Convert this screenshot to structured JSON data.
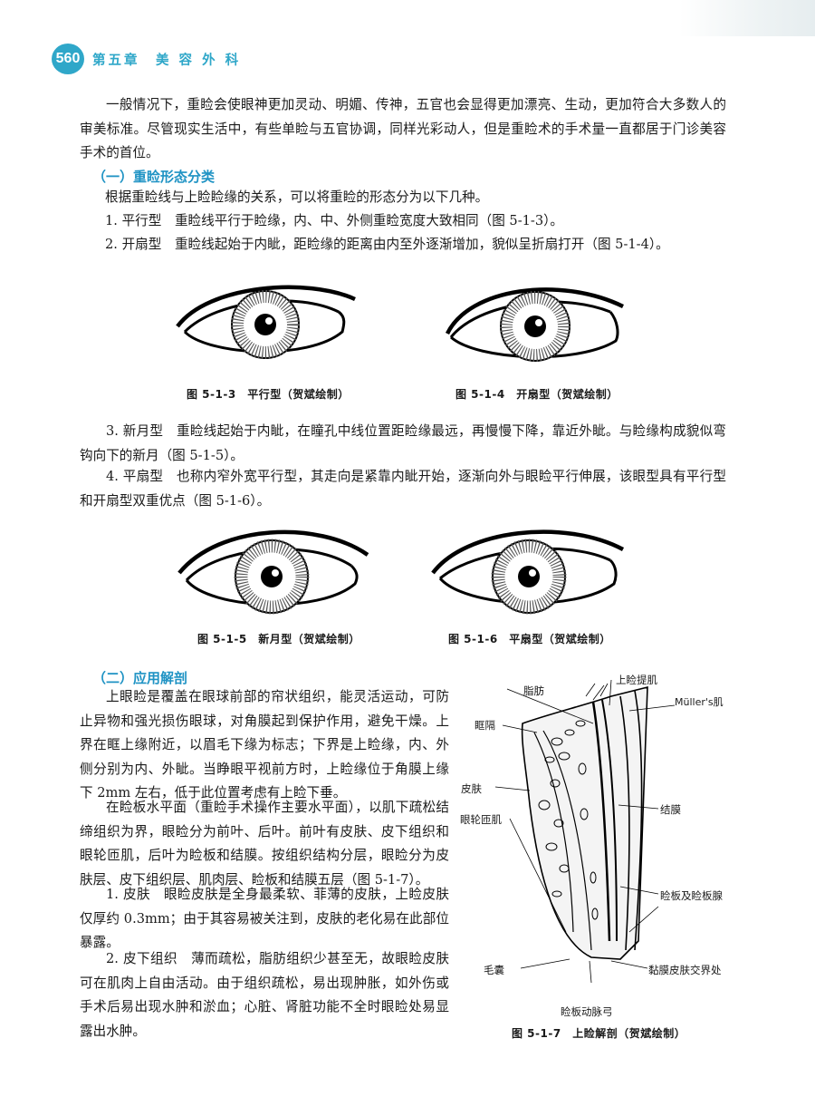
{
  "header": {
    "page_number": "560",
    "chapter_title": "第五章　美 容 外 科"
  },
  "intro": {
    "paragraph": "一般情况下，重睑会使眼神更加灵动、明媚、传神，五官也会显得更加漂亮、生动，更加符合大多数人的审美标准。尽管现实生活中，有些单睑与五官协调，同样光彩动人，但是重睑术的手术量一直都居于门诊美容手术的首位。"
  },
  "section1": {
    "heading": "（一）重睑形态分类",
    "lead": "根据重睑线与上睑睑缘的关系，可以将重睑的形态分为以下几种。",
    "item1": "1. 平行型　重睑线平行于睑缘，内、中、外侧重睑宽度大致相同（图 5-1-3）。",
    "item2": "2. 开扇型　重睑线起始于内眦，距睑缘的距离由内至外逐渐增加，貌似呈折扇打开（图 5-1-4）。",
    "item3": "3. 新月型　重睑线起始于内眦，在瞳孔中线位置距睑缘最远，再慢慢下降，靠近外眦。与睑缘构成貌似弯钩向下的新月（图 5-1-5）。",
    "item4": "4. 平扇型　也称内窄外宽平行型，其走向是紧靠内眦开始，逐渐向外与眼睑平行伸展，该眼型具有平行型和开扇型双重优点（图 5-1-6）。"
  },
  "figures": {
    "fig3_caption": "图 5-1-3　平行型（贺斌绘制）",
    "fig4_caption": "图 5-1-4　开扇型（贺斌绘制）",
    "fig5_caption": "图 5-1-5　新月型（贺斌绘制）",
    "fig6_caption": "图 5-1-6　平扇型（贺斌绘制）",
    "fig7_caption": "图 5-1-7　上睑解剖（贺斌绘制）"
  },
  "section2": {
    "heading": "（二）应用解剖",
    "p1": "上眼睑是覆盖在眼球前部的帘状组织，能灵活运动，可防止异物和强光损伤眼球，对角膜起到保护作用，避免干燥。上界在眶上缘附近，以眉毛下缘为标志；下界是上睑缘，内、外侧分别为内、外眦。当睁眼平视前方时，上睑缘位于角膜上缘下 2mm 左右，低于此位置考虑有上睑下垂。",
    "p2": "在睑板水平面（重睑手术操作主要水平面），以肌下疏松结缔组织为界，眼睑分为前叶、后叶。前叶有皮肤、皮下组织和眼轮匝肌，后叶为睑板和结膜。按组织结构分层，眼睑分为皮肤层、皮下组织层、肌肉层、睑板和结膜五层（图 5-1-7）。",
    "p3": "1. 皮肤　眼睑皮肤是全身最柔软、菲薄的皮肤，上睑皮肤仅厚约 0.3mm；由于其容易被关注到，皮肤的老化易在此部位暴露。",
    "p4": "2. 皮下组织　薄而疏松，脂肪组织少甚至无，故眼睑皮肤可在肌肉上自由活动。由于组织疏松，易出现肿胀，如外伤或手术后易出现水肿和淤血；心脏、肾脏功能不全时眼睑处易显露出水肿。"
  },
  "anatomy_labels": {
    "fat": "脂肪",
    "levator": "上睑提肌",
    "muller": "Müller's肌",
    "septum": "眶隔",
    "skin": "皮肤",
    "orbicularis": "眼轮匝肌",
    "conjunctiva": "结膜",
    "tarsus": "睑板及睑板腺",
    "follicle": "毛囊",
    "junction": "黏膜皮肤交界处",
    "arcade": "睑板动脉弓"
  }
}
